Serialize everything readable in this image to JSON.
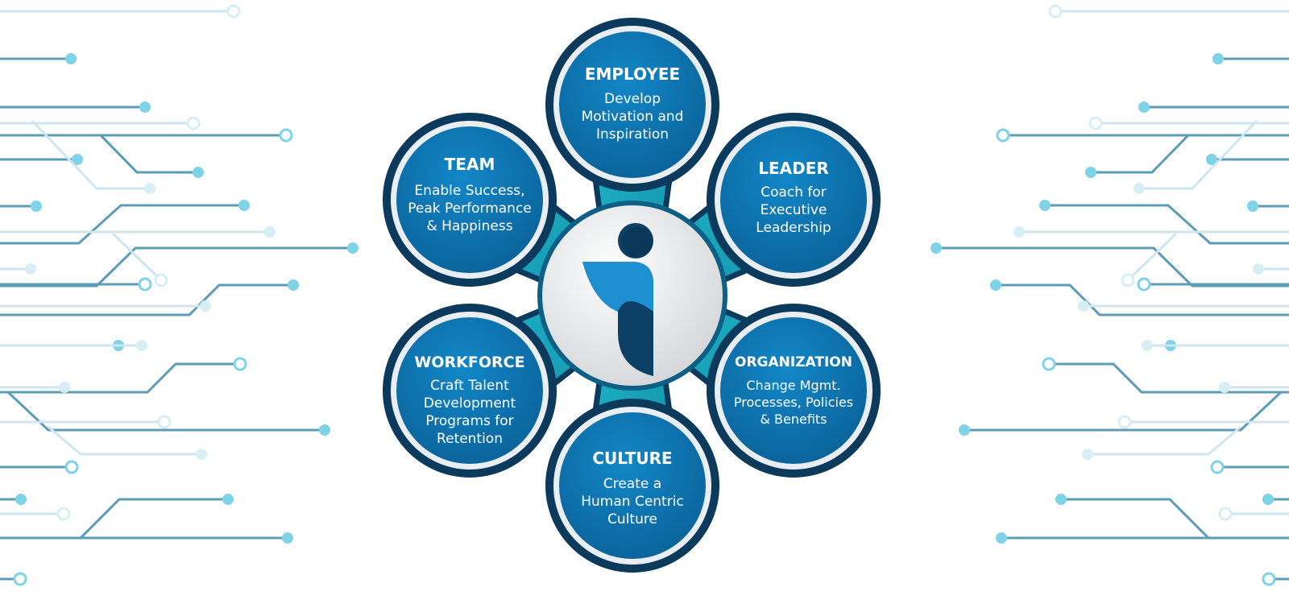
{
  "colors": {
    "circuit_dark": "#5c9cb6",
    "circuit_mid": "#7fb8cc",
    "circuit_light": "#cfe6ee",
    "node_fill": "#0a6fa8",
    "node_border": "#0b3a5c",
    "petal_teal": "#18a9bf",
    "center_fill": "#e9eaec",
    "logo_light": "#1e8fd0",
    "logo_dark": "#0c4066"
  },
  "logo": {
    "name": "brand-i-logo"
  },
  "nodes": [
    {
      "id": "employee",
      "title": "EMPLOYEE",
      "lines": [
        "Develop",
        "Motivation and",
        "Inspiration"
      ]
    },
    {
      "id": "leader",
      "title": "LEADER",
      "lines": [
        "Coach for",
        "Executive",
        "Leadership"
      ]
    },
    {
      "id": "organization",
      "title": "ORGANIZATION",
      "lines": [
        "Change Mgmt.",
        "Processes, Policies",
        "& Benefits"
      ]
    },
    {
      "id": "culture",
      "title": "CULTURE",
      "lines": [
        "Create a",
        "Human Centric",
        "Culture"
      ]
    },
    {
      "id": "workforce",
      "title": "WORKFORCE",
      "lines": [
        "Craft Talent",
        "Development",
        "Programs for",
        "Retention"
      ]
    },
    {
      "id": "team",
      "title": "TEAM",
      "lines": [
        "Enable Success,",
        "Peak Performance",
        "& Happiness"
      ]
    }
  ]
}
